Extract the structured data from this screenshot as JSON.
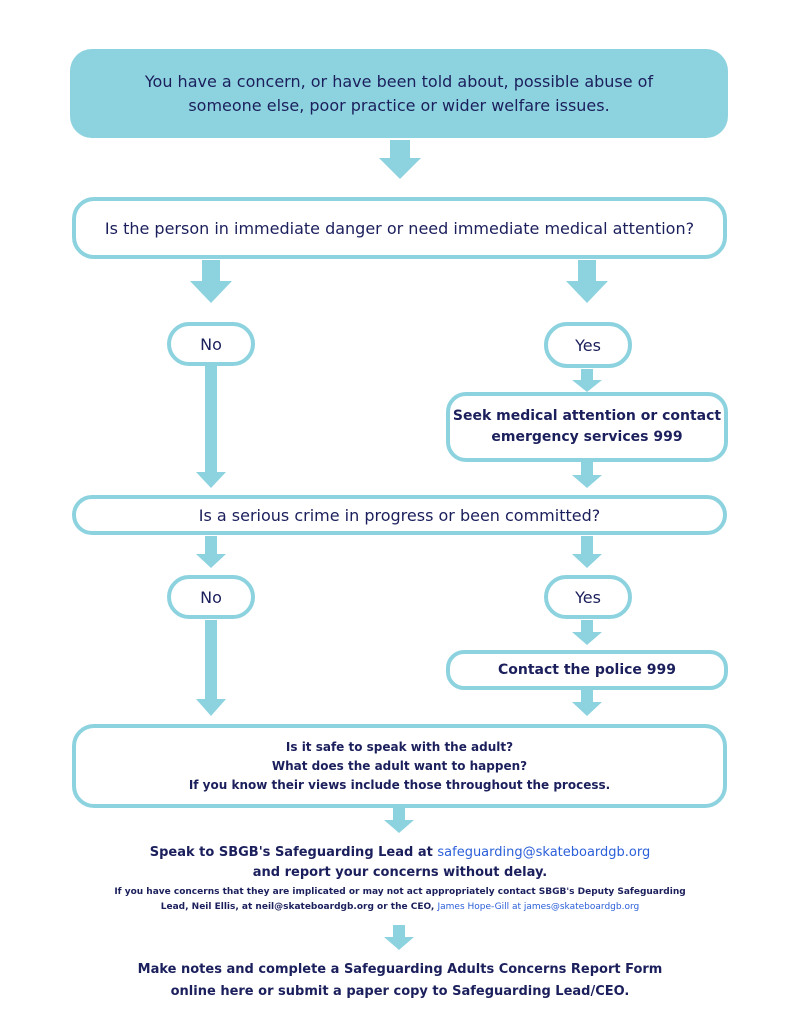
{
  "start": {
    "line1": "You have a concern, or have been told about, possible abuse of",
    "line2": "someone else, poor practice or wider welfare issues."
  },
  "q1": {
    "text": "Is the person in immediate danger or need immediate medical attention?"
  },
  "q1_no": "No",
  "q1_yes": "Yes",
  "q1_action": {
    "line1": "Seek medical attention or contact",
    "line2": "emergency services 999"
  },
  "q2": {
    "text": "Is a serious crime in progress or been committed?"
  },
  "q2_no": "No",
  "q2_yes": "Yes",
  "q2_action": "Contact the police 999",
  "q3": {
    "line1": "Is it safe to speak with the adult?",
    "line2": "What does the adult want to happen?",
    "line3": "If you know their views include those throughout the process."
  },
  "speak": {
    "prefix": "Speak to SBGB's Safeguarding Lead at ",
    "email": "safeguarding@skateboardgb.org",
    "line2": "and report your concerns without delay.",
    "small1": "If you have concerns that they are implicated or may not act appropriately contact SBGB's Deputy Safeguarding",
    "small2_prefix": "Lead, Neil Ellis, at neil@skateboardgb.org or the CEO, ",
    "small2_link": "James Hope-Gill at james@skateboardgb.org"
  },
  "final": {
    "line1": "Make notes and complete a Safeguarding Adults Concerns Report Form",
    "line2": "online here or submit a paper copy to Safeguarding Lead/CEO."
  },
  "colors": {
    "accent": "#8dd3df",
    "text": "#1b1f5c",
    "link": "#2b5fd9"
  }
}
